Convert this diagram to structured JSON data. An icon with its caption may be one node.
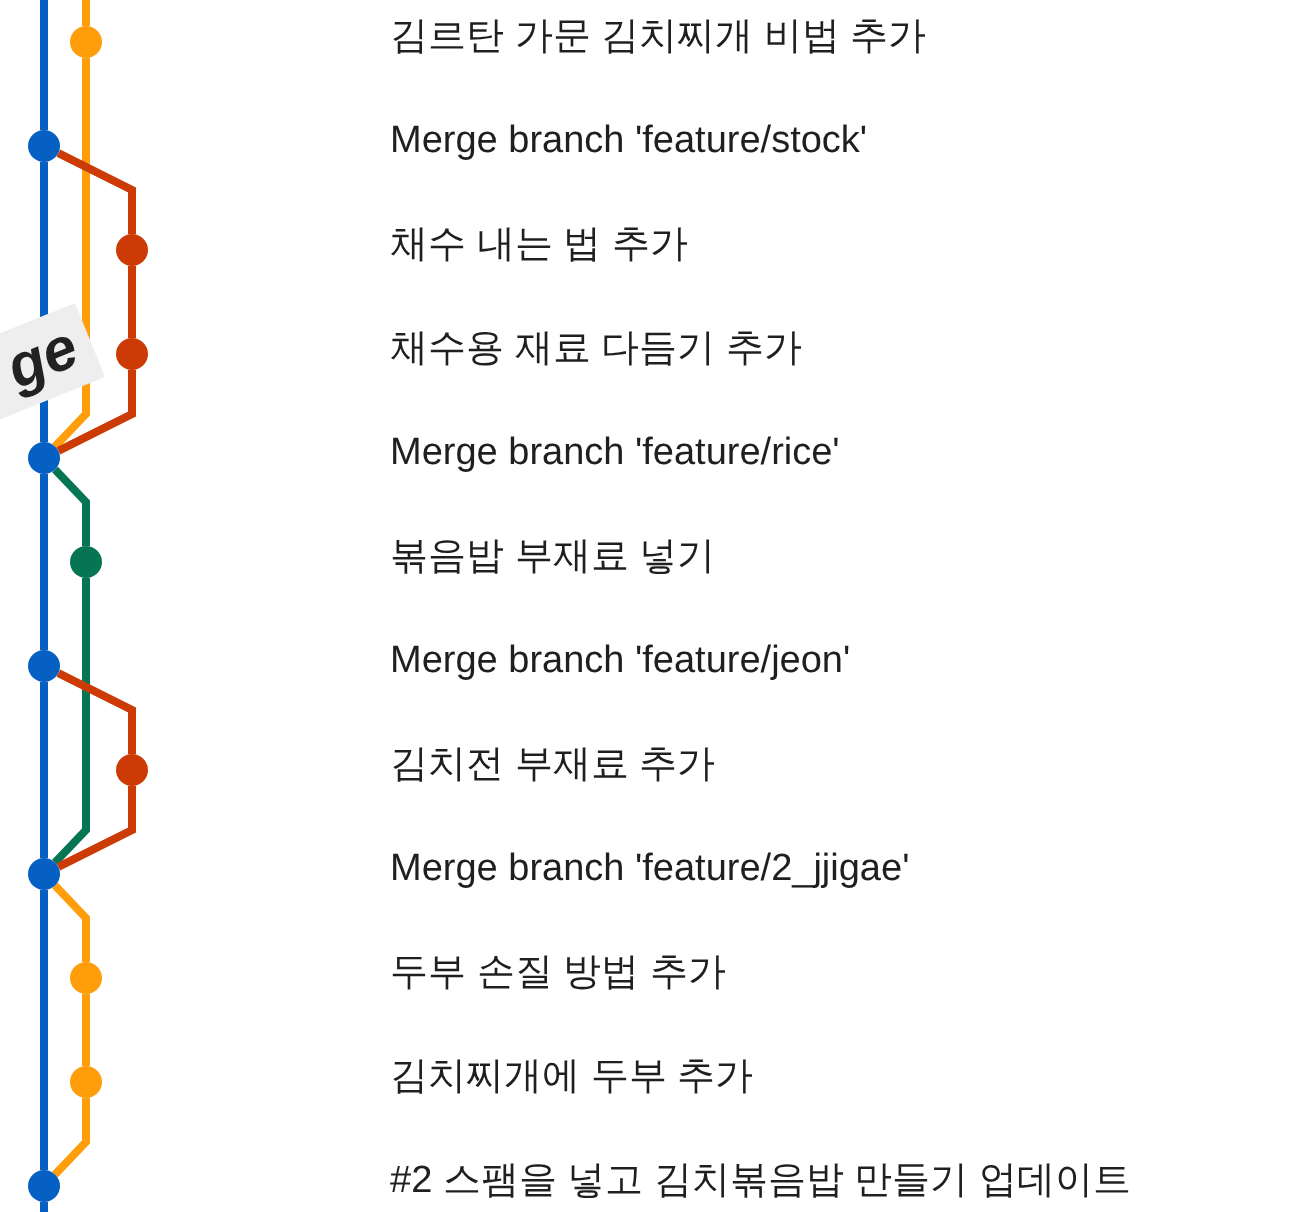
{
  "diagram": {
    "nodes": [
      {
        "text": [],
        "shape": "circle"
      },
      {
        "text": [],
        "shape": "circle"
      },
      {
        "text": [],
        "shape": "circle"
      },
      {
        "text": [],
        "shape": "circle"
      },
      {
        "text": [],
        "shape": "circle"
      },
      {
        "text": [],
        "shape": "circle"
      },
      {
        "text": [],
        "shape": "circle"
      },
      {
        "text": [],
        "shape": "circle"
      },
      {
        "text": [],
        "shape": "circle"
      },
      {
        "text": [],
        "shape": "circle"
      },
      {
        "text": [],
        "shape": "circle"
      },
      {
        "text": [],
        "shape": "circle"
      }
    ],
    "edges": [
      {
        "from": null,
        "to": 1,
        "arrow": "none"
      },
      {
        "from": 1,
        "to": 4,
        "arrow": "none"
      },
      {
        "from": 4,
        "to": 6,
        "arrow": "none"
      },
      {
        "from": 6,
        "to": 8,
        "arrow": "none"
      },
      {
        "from": 8,
        "to": 11,
        "arrow": "none"
      },
      {
        "from": 11,
        "to": null,
        "arrow": "none"
      },
      {
        "from": null,
        "to": 0,
        "arrow": "none",
        "color": "#ff9e0a"
      },
      {
        "from": 0,
        "to": 4,
        "arrow": "none",
        "color": "#ff9e0a"
      },
      {
        "from": 1,
        "to": 2,
        "arrow": "none",
        "color": "#cc3b06"
      },
      {
        "from": 2,
        "to": 3,
        "arrow": "none",
        "color": "#cc3b06"
      },
      {
        "from": 3,
        "to": 4,
        "arrow": "none",
        "color": "#cc3b06"
      },
      {
        "from": 4,
        "to": 5,
        "arrow": "none",
        "color": "#067553"
      },
      {
        "from": 5,
        "to": 8,
        "arrow": "none",
        "color": "#067553"
      },
      {
        "from": 6,
        "to": 7,
        "arrow": "none",
        "color": "#cc3b06"
      },
      {
        "from": 7,
        "to": 8,
        "arrow": "none",
        "color": "#cc3b06"
      },
      {
        "from": 8,
        "to": 9,
        "arrow": "none",
        "color": "#ff9e0a"
      },
      {
        "from": 9,
        "to": 10,
        "arrow": "none",
        "color": "#ff9e0a"
      },
      {
        "from": 10,
        "to": 11,
        "arrow": "none",
        "color": "#ff9e0a"
      }
    ],
    "labels": [
      "김르탄 가문 김치찌개 비법 추가",
      "Merge branch 'feature/stock'",
      "ge",
      "채수 내는 법 추가",
      "채수용 재료 다듬기 추가",
      "Merge branch 'feature/rice'",
      "볶음밥 부재료 넣기",
      "Merge branch 'feature/jeon'",
      "김치전 부재료 추가",
      "Merge branch 'feature/2_jjigae'",
      "두부 손질 방법 추가",
      "김치찌개에 두부 추가",
      "#2 스팸을 넣고 김치볶음밥 만들기 업데이트"
    ]
  }
}
